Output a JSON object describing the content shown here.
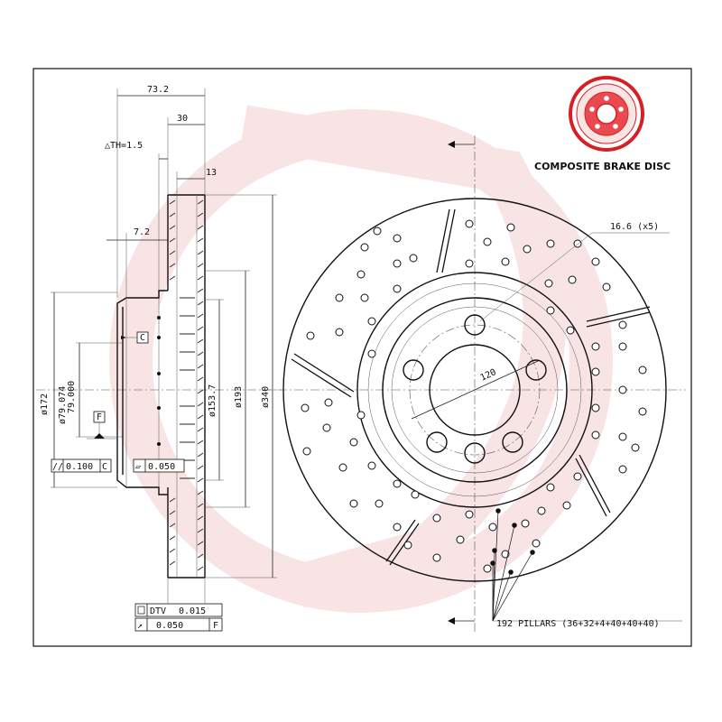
{
  "title": "COMPOSITE BRAKE DISC",
  "brand_color": "#d81f26",
  "watermark_color": "#f3c4c4",
  "dimensions": {
    "overall_width": "73.2",
    "hat_offset": "30",
    "rotor_thickness": "13",
    "hat_thickness": "7.2",
    "thickness_note": "△TH=1.5",
    "centre_bore_1": "79.074",
    "centre_bore_2": "79.000",
    "hat_diameter": "172",
    "hat_inner_diameter": "153.7",
    "friction_inner_diameter": "193",
    "outer_diameter": "340",
    "bolt_circle": "120",
    "bolt_holes": "16.6 (x5)"
  },
  "tolerances": {
    "parallelism": "0.100",
    "parallelism_ref": "C",
    "runout": "0.050",
    "dtv_label": "DTV",
    "dtv_value": "0.015",
    "axial_runout": "0.050",
    "axial_runout_ref": "F"
  },
  "datums": {
    "c": "C",
    "f": "F"
  },
  "symbols": {
    "diameter": "ø",
    "parallel": "//",
    "flatness": "▱",
    "runout": "↗"
  },
  "pillars_note": "192 PILLARS (36+32+4+40+40+40)"
}
